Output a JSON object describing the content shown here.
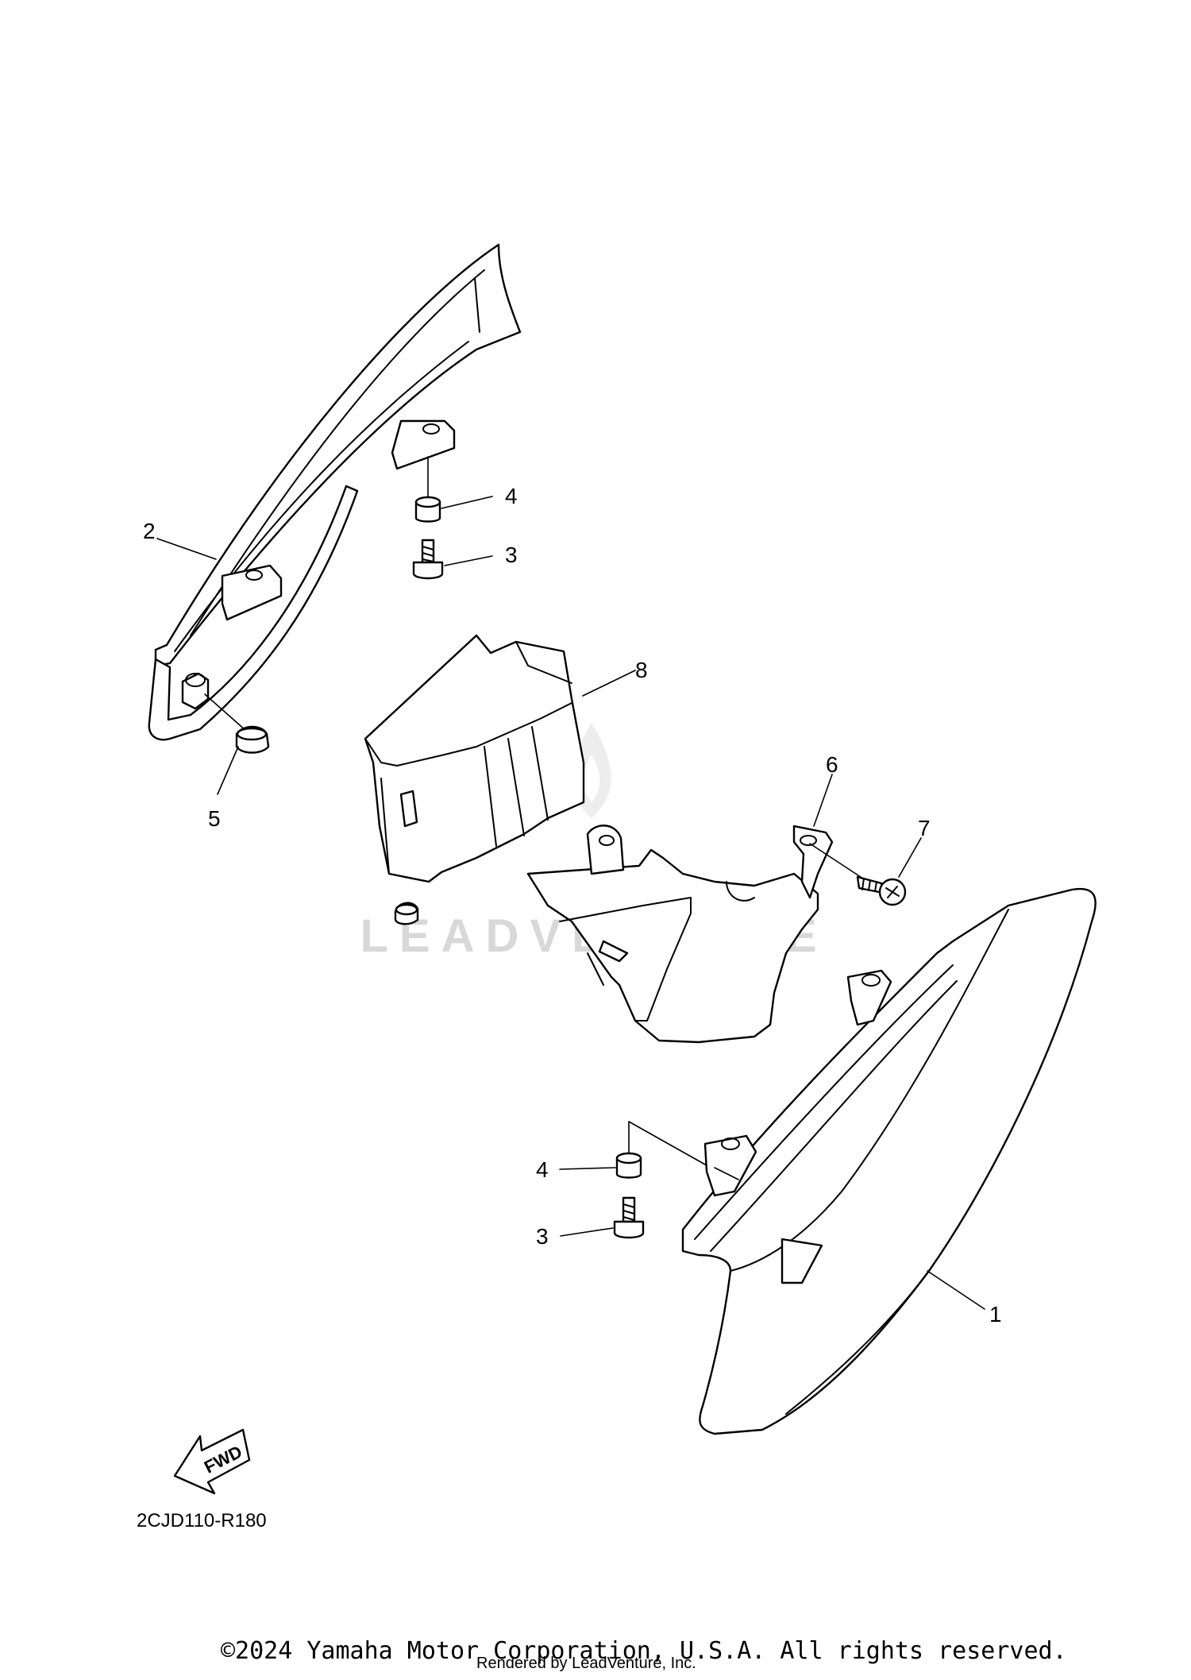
{
  "diagram": {
    "callouts": {
      "p1": "1",
      "p2": "2",
      "p3_top": "3",
      "p3_bottom": "3",
      "p4_top": "4",
      "p4_bottom": "4",
      "p5": "5",
      "p6": "6",
      "p7": "7",
      "p8": "8"
    },
    "fwd_label": "FWD",
    "diagram_code": "2CJD110-R180",
    "watermark": "LEADVENTURE"
  },
  "footer": {
    "copyright": "©2024 Yamaha Motor Corporation, U.S.A. All rights reserved.",
    "rendered_by": "Rendered by LeadVenture, Inc."
  }
}
